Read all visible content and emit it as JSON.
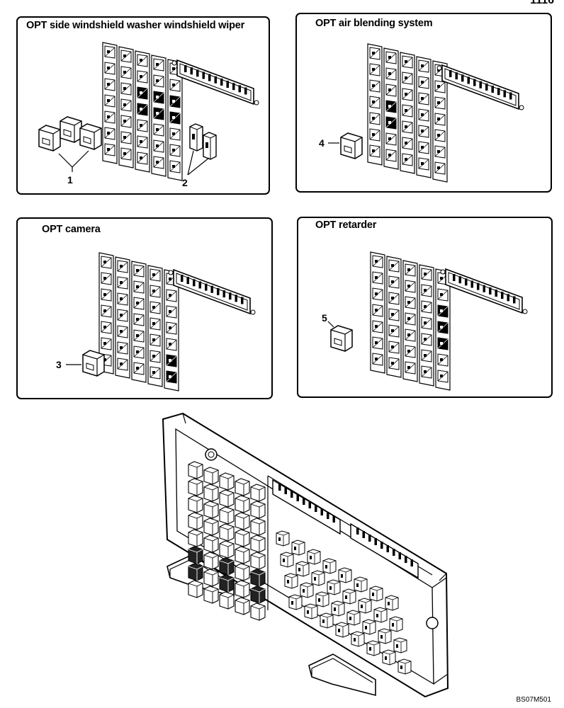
{
  "page_code": "1116",
  "figure_code": "BS07M501",
  "panels": [
    {
      "title": "OPT side windshield washer  windshield wiper",
      "callouts": [
        "1",
        "2"
      ]
    },
    {
      "title": "OPT air blending system",
      "callouts": [
        "4"
      ]
    },
    {
      "title": "OPT camera",
      "callouts": [
        "3"
      ]
    },
    {
      "title": "OPT retarder",
      "callouts": [
        "5"
      ]
    }
  ]
}
